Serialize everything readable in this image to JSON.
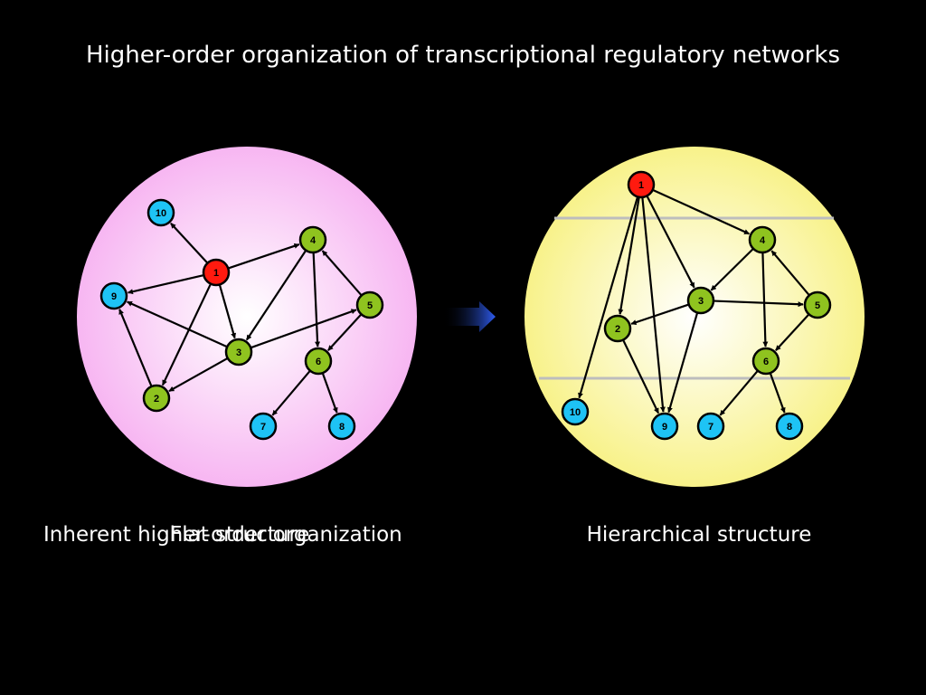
{
  "slide": {
    "title": "Higher-order organization of transcriptional regulatory networks",
    "captions": {
      "left_overlay_a": "Inherent higher-order organization",
      "left_overlay_b": "Flat structure",
      "right": "Hierarchical structure"
    },
    "transition_arrow_icon": "right-arrow-icon"
  },
  "colors": {
    "background": "#000000",
    "flat_circle_edge": "#f7b6f2",
    "flat_circle_center": "#ffffff",
    "hier_circle_edge": "#f8f28a",
    "hier_circle_center": "#ffffff",
    "node_red": "#ff1a0f",
    "node_green": "#8fc31f",
    "node_blue": "#1ec3f5",
    "edge": "#000000",
    "level_line": "#bdbdbd",
    "arrow": "#2f5df2"
  },
  "networks": {
    "flat": {
      "nodes": [
        {
          "id": "1",
          "color": "red"
        },
        {
          "id": "2",
          "color": "green"
        },
        {
          "id": "3",
          "color": "green"
        },
        {
          "id": "4",
          "color": "green"
        },
        {
          "id": "5",
          "color": "green"
        },
        {
          "id": "6",
          "color": "green"
        },
        {
          "id": "7",
          "color": "blue"
        },
        {
          "id": "8",
          "color": "blue"
        },
        {
          "id": "9",
          "color": "blue"
        },
        {
          "id": "10",
          "color": "blue"
        }
      ],
      "edges": [
        [
          "1",
          "10"
        ],
        [
          "1",
          "9"
        ],
        [
          "1",
          "4"
        ],
        [
          "1",
          "3"
        ],
        [
          "1",
          "2"
        ],
        [
          "2",
          "9"
        ],
        [
          "3",
          "9"
        ],
        [
          "3",
          "2"
        ],
        [
          "3",
          "5"
        ],
        [
          "4",
          "3"
        ],
        [
          "4",
          "6"
        ],
        [
          "5",
          "4"
        ],
        [
          "5",
          "6"
        ],
        [
          "6",
          "7"
        ],
        [
          "6",
          "8"
        ]
      ]
    },
    "hierarchical": {
      "nodes": [
        {
          "id": "1",
          "color": "red"
        },
        {
          "id": "2",
          "color": "green"
        },
        {
          "id": "3",
          "color": "green"
        },
        {
          "id": "4",
          "color": "green"
        },
        {
          "id": "5",
          "color": "green"
        },
        {
          "id": "6",
          "color": "green"
        },
        {
          "id": "7",
          "color": "blue"
        },
        {
          "id": "8",
          "color": "blue"
        },
        {
          "id": "9",
          "color": "blue"
        },
        {
          "id": "10",
          "color": "blue"
        }
      ],
      "edges": [
        [
          "1",
          "10"
        ],
        [
          "1",
          "2"
        ],
        [
          "1",
          "9"
        ],
        [
          "1",
          "3"
        ],
        [
          "1",
          "4"
        ],
        [
          "2",
          "9"
        ],
        [
          "3",
          "2"
        ],
        [
          "3",
          "9"
        ],
        [
          "3",
          "5"
        ],
        [
          "4",
          "3"
        ],
        [
          "4",
          "6"
        ],
        [
          "5",
          "4"
        ],
        [
          "5",
          "6"
        ],
        [
          "6",
          "7"
        ],
        [
          "6",
          "8"
        ]
      ]
    }
  }
}
